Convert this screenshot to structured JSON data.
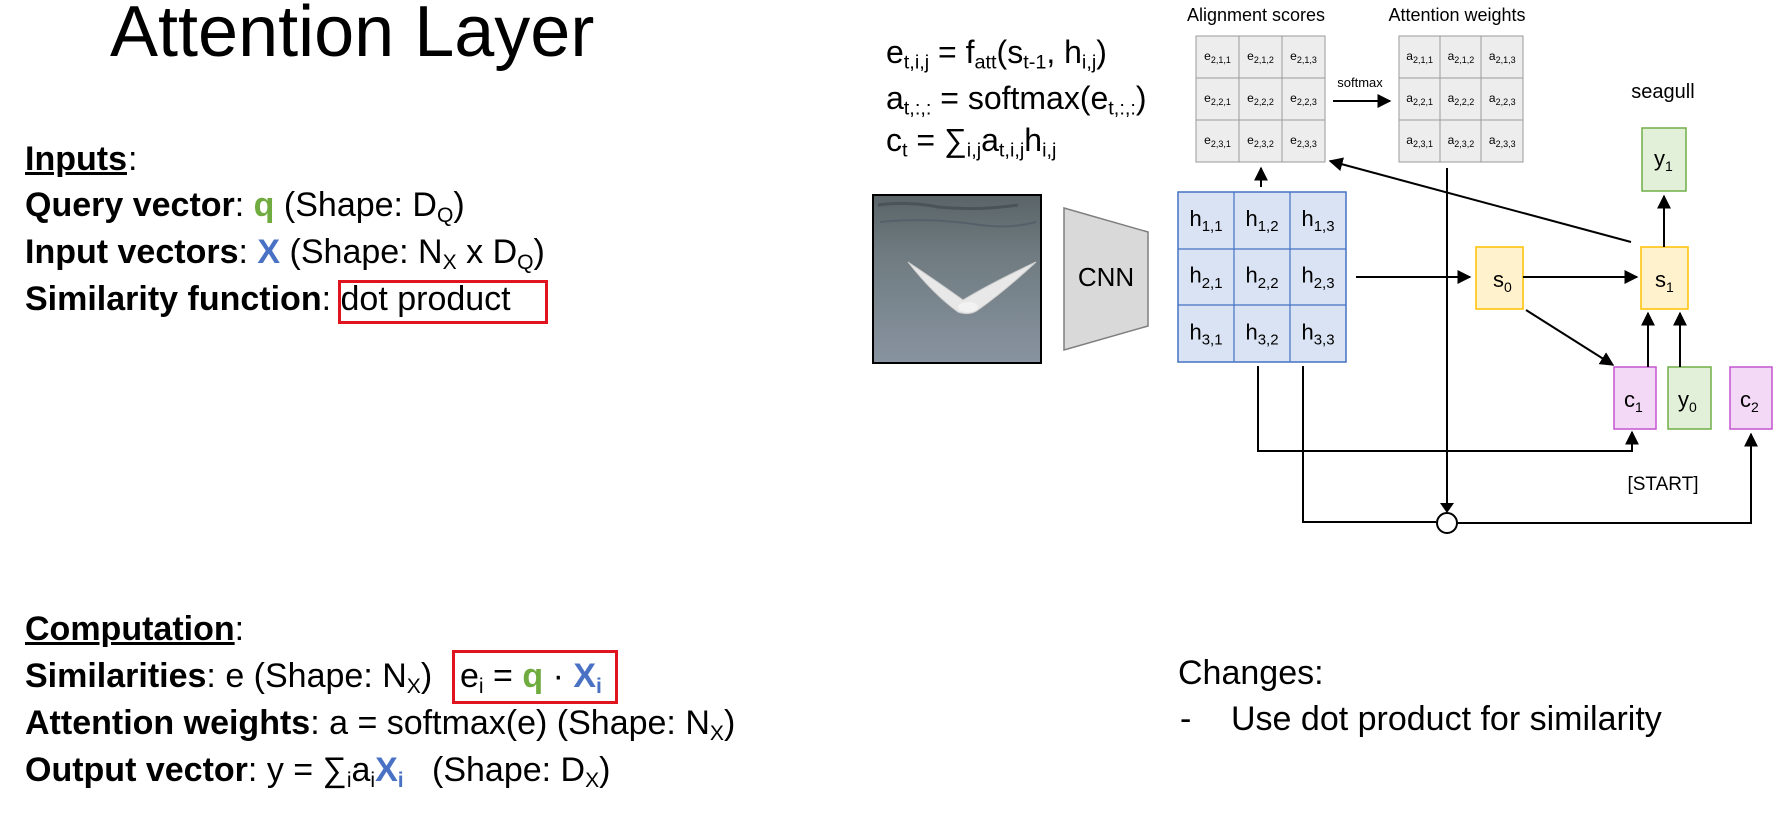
{
  "slide": {
    "title": "Attention Layer"
  },
  "inputs": {
    "heading": "Inputs",
    "query": {
      "label": "Query vector",
      "symbol": "q",
      "shape_pre": "(Shape: D",
      "shape_sub": "Q",
      "shape_post": ")"
    },
    "input": {
      "label": "Input vectors",
      "symbol": "X",
      "shape_pre": "(Shape: N",
      "shape_sub1": "X",
      "shape_mid": " x D",
      "shape_sub2": "Q",
      "shape_post": ")"
    },
    "similarity": {
      "label": "Similarity function",
      "value": "dot product"
    }
  },
  "computation": {
    "heading": "Computation",
    "similarities": {
      "label": "Similarities",
      "pre": "e (Shape: N",
      "sub": "X",
      "post": ")",
      "eq_e": "e",
      "eq_i": "i",
      "eq_eq": " = ",
      "eq_q": "q",
      "eq_dot": " · ",
      "eq_X": "X",
      "eq_Xi": "i"
    },
    "weights": {
      "label": "Attention weights",
      "text": "a = softmax(e)  (Shape: N",
      "sub": "X",
      "post": ")"
    },
    "output": {
      "label": "Output vector",
      "pre": "y = ∑",
      "sub1": "i",
      "mid": "a",
      "sub2": "i",
      "X": "X",
      "Xsub": "i",
      "shape_pre": "   (Shape: D",
      "shape_sub": "X",
      "shape_post": ")"
    }
  },
  "changes": {
    "heading": "Changes:",
    "items": [
      {
        "dash": "-",
        "text": "Use dot product for similarity"
      }
    ]
  },
  "formulas": {
    "f1": {
      "e": "e",
      "esub": "t,i,j",
      "eq": " = f",
      "fsub": "att",
      "open": "(s",
      "ssub": "t-1",
      "comma": ", h",
      "hsub": "i,j",
      "close": ")"
    },
    "f2": {
      "a": "a",
      "asub": "t,:,:",
      "eq": " = softmax(e",
      "esub": "t,:,:",
      "close": ")"
    },
    "f3": {
      "c": "c",
      "csub": "t",
      "eq": " = ∑",
      "sumsub": "i,j",
      "a": "a",
      "asub": "t,i,j",
      "h": "h",
      "hsub": "i,j"
    }
  },
  "diagram": {
    "alignment_label": "Alignment scores",
    "attention_label": "Attention weights",
    "softmax_label": "softmax",
    "cnn_label": "CNN",
    "seagull_label": "seagull",
    "start_label": "[START]",
    "e_grid": [
      "2,1,1",
      "2,1,2",
      "2,1,3",
      "2,2,1",
      "2,2,2",
      "2,2,3",
      "2,3,1",
      "2,3,2",
      "2,3,3"
    ],
    "a_grid": [
      "2,1,1",
      "2,1,2",
      "2,1,3",
      "2,2,1",
      "2,2,2",
      "2,2,3",
      "2,3,1",
      "2,3,2",
      "2,3,3"
    ],
    "h_grid": [
      "1,1",
      "1,2",
      "1,3",
      "2,1",
      "2,2",
      "2,3",
      "3,1",
      "3,2",
      "3,3"
    ],
    "s0": {
      "base": "s",
      "sub": "0"
    },
    "s1": {
      "base": "s",
      "sub": "1"
    },
    "y1": {
      "base": "y",
      "sub": "1"
    },
    "c1": {
      "base": "c",
      "sub": "1"
    },
    "y0": {
      "base": "y",
      "sub": "0"
    },
    "c2": {
      "base": "c",
      "sub": "2"
    },
    "colors": {
      "h_fill": "#dae3f3",
      "h_stroke": "#4472c4",
      "s_fill": "#fff2cc",
      "s_stroke": "#ffc000",
      "y_fill": "#e2f0d9",
      "y_stroke": "#70ad47",
      "c_fill": "#f3d9f5",
      "c_stroke": "#c355d1",
      "grid_fill": "#ededed",
      "grid_stroke": "#9a9a9a"
    }
  }
}
